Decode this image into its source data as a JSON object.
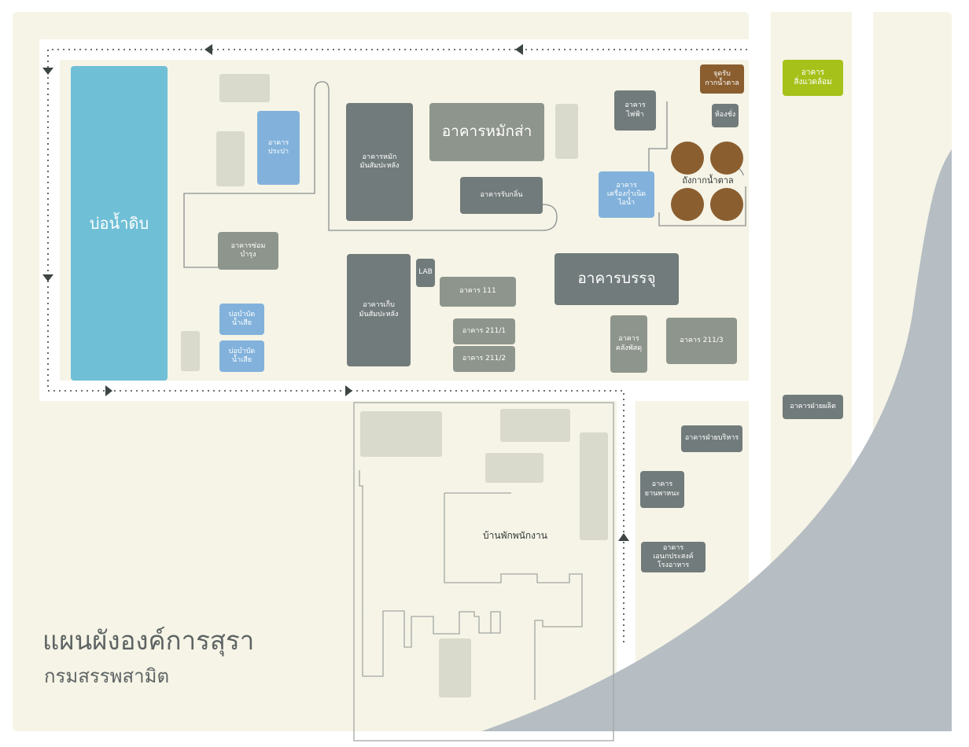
{
  "colors": {
    "ground": "#f5f4e6",
    "road": "#ffffff",
    "building_dark": "#727b7b",
    "building_mid": "#8e958c",
    "building_blue": "#82b2db",
    "pond": "#6fbfd6",
    "tank": "#8b5e30",
    "sugar_point": "#8b5e30",
    "environment_building": "#a6c21a",
    "curve_area": "#b6bdc3"
  },
  "title": {
    "main": "แผนผังองค์การสุรา",
    "sub": "กรมสรรพสามิต"
  },
  "pond": {
    "label": "บ่อน้ำดิบ"
  },
  "buildings": {
    "prapa": "อาคาร\nประปา",
    "repair": "อาคารซ่อม\nบำรุง",
    "waste1": "บ่อบำบัด\nน้ำเสีย",
    "waste2": "บ่อบำบัด\nน้ำเสีย",
    "ferment": "อาคารหมัก\nมันสัมปะหลัง",
    "storage": "อาคารเก็บ\nมันสัมปะหลัง",
    "yeast": "อาคารหมักส่า",
    "odor": "อาคารรับกลิ่น",
    "lab": "LAB",
    "b111": "อาคาร 111",
    "b211_1": "อาคาร 211/1",
    "b211_2": "อาคาร 211/2",
    "packing": "อาคารบรรจุ",
    "warehouse": "อาคาร\nคลังพัสดุ",
    "b211_3": "อาคาร 211/3",
    "power": "อาคาร\nไฟฟ้า",
    "boiler": "อาคาร\nเครื่องกำเนิด\nไอน้ำ",
    "sugar_point": "จุดรับ\nกากน้ำตาล",
    "scale_room": "ห้องชั่ง",
    "tanks_label": "ถังกากน้ำตาล",
    "environment": "อาคาร\nสิ่งแวดล้อม",
    "production": "อาคารฝ่ายผลิต",
    "admin": "อาคารฝ่ายบริหาร",
    "vehicle": "อาคาร\nยานพาหนะ",
    "multipurpose": "อาคาร\nเอนกประสงค์\nโรงอาหาร",
    "staff_housing": "บ้านพักพนักงาน"
  }
}
